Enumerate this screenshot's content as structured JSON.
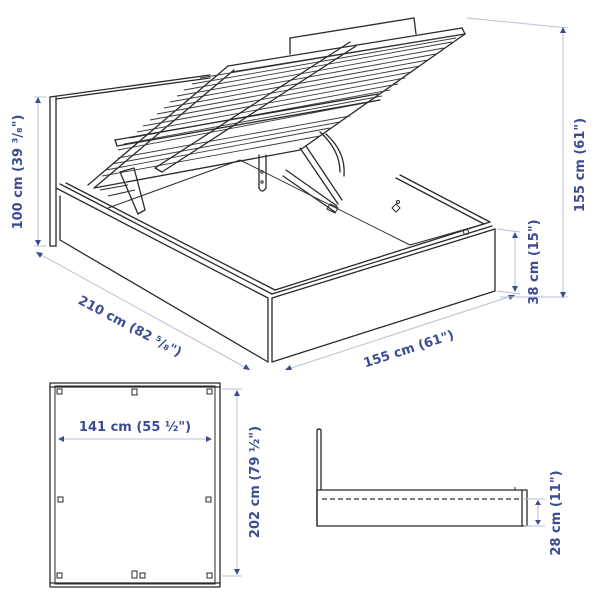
{
  "diagram": {
    "type": "product-dimension-drawing",
    "subject": "Storage bed with lift-up slatted base",
    "accent_color": "#3d4b93",
    "line_color": "#2a2a2a",
    "perspective_view": {
      "dimensions": {
        "headboard_height": "100 cm (39 ³/₈\")",
        "length": "210 cm (82 ⁵/₈\")",
        "width": "155 cm (61\")",
        "frame_height": "38 cm (15\")",
        "overall_depth": "155 cm (61\")"
      }
    },
    "top_view": {
      "dimensions": {
        "inner_width": "141 cm (55 ½\")",
        "inner_length": "202 cm (79 ½\")"
      }
    },
    "side_view": {
      "dimensions": {
        "storage_depth": "28 cm (11\")"
      }
    }
  }
}
